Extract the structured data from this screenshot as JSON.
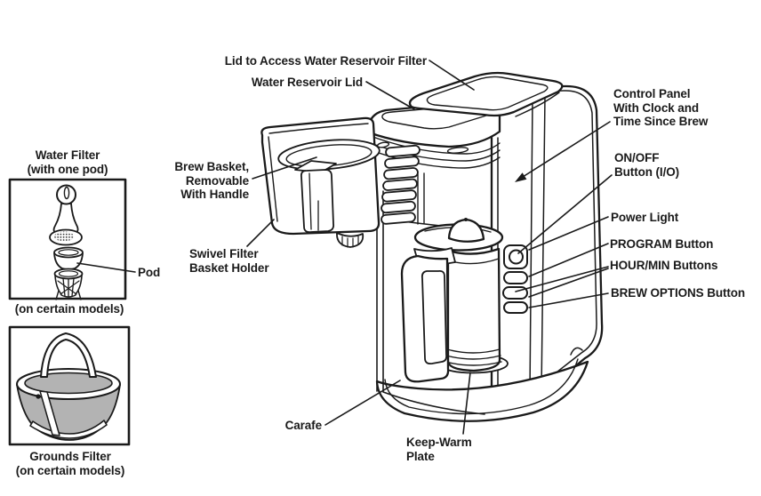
{
  "colors": {
    "ink": "#1a1a1a",
    "paper": "#ffffff",
    "mesh_gray": "#b3b3b3"
  },
  "labels": {
    "lid_access": "Lid to Access Water Reservoir Filter",
    "water_reservoir_lid": "Water Reservoir Lid",
    "brew_basket": [
      "Brew Basket,",
      "Removable",
      "With Handle"
    ],
    "swivel_holder": [
      "Swivel Filter",
      "Basket Holder"
    ],
    "pod": "Pod",
    "carafe": "Carafe",
    "keep_warm": [
      "Keep-Warm",
      "Plate"
    ],
    "control_panel": [
      "Control Panel",
      "With Clock and",
      "Time Since Brew"
    ],
    "on_off": [
      "ON/OFF",
      "Button (I/O)"
    ],
    "power_light": "Power Light",
    "program": "PROGRAM Button",
    "hour_min": "HOUR/MIN Buttons",
    "brew_options": "BREW OPTIONS Button"
  },
  "insets": {
    "water_filter": {
      "title": [
        "Water Filter",
        "(with one pod)"
      ],
      "note": "(on certain models)"
    },
    "grounds_filter": {
      "title": [
        "Grounds Filter",
        "(on certain models)"
      ]
    }
  }
}
